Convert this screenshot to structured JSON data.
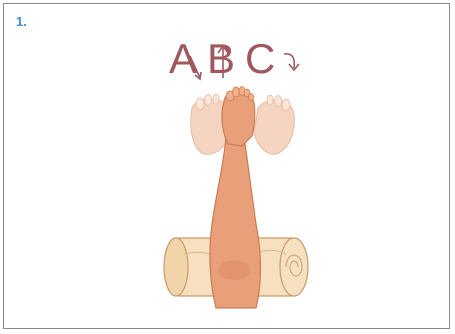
{
  "step": {
    "number": "1."
  },
  "letters": [
    "A",
    "B",
    "C"
  ],
  "colors": {
    "step_number": "#3b93c4",
    "letters": "#a0585e",
    "skin": "#e9a07a",
    "skin_shadow": "#d9855f",
    "ghost_foot": "#f5d5c2",
    "towel": "#f6e0bf",
    "towel_line": "#c89a6a",
    "frame": "#8a8a8a"
  },
  "icons": [
    "arrow-down-right-icon",
    "arrow-up-icon",
    "arrow-curved-clockwise-icon"
  ]
}
